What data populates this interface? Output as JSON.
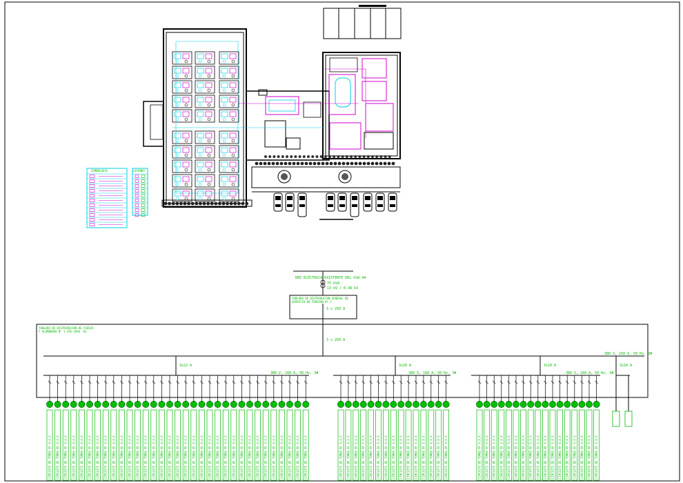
{
  "colors": {
    "background": "#ffffff",
    "linework": "#000000",
    "annotation": "#00b800",
    "furniture": "#00cfe6",
    "circuit": "#d000d0"
  },
  "source": {
    "lines": [
      "RED ELÉCTRICA EXISTENTE DEL CGA 44",
      "75 kVA",
      "13 kV / 0.38 kV"
    ]
  },
  "general_board": {
    "lines": [
      "TABLERO DE DISTRIBUCION GENERAL DE",
      "SERVICIO DE TENSION Nº 1"
    ],
    "breaker": "3 x 250 A"
  },
  "distribution_board": {
    "lines": [
      "TABLERO DE DISTRIBUCION DE FUERZA",
      "Y ALUMBRADO N° 1 VIE-1994 -01"
    ],
    "main_breaker": "3 x 250 A"
  },
  "busbars": [
    {
      "breaker": "3x22 A",
      "rating": "380 V, 160 A, 50 Hz, 3#"
    },
    {
      "breaker": "3x20 A",
      "rating": "380 V, 160 A, 50 Hz, 3#"
    },
    {
      "breaker": "3x10 A",
      "rating": "380 V, 160 A, 50 Hz, 3#"
    },
    {
      "breaker": "3x20 A",
      "rating": "380 V, 160 A, 50 Hz, 3#"
    }
  ],
  "reserve_breaker": "3x20 A",
  "circuit_label": "CIRCUITO DE TOMAS Nº X.X.X",
  "legend_titles": [
    "SIMBOLOGIA",
    "LEYENDA"
  ]
}
